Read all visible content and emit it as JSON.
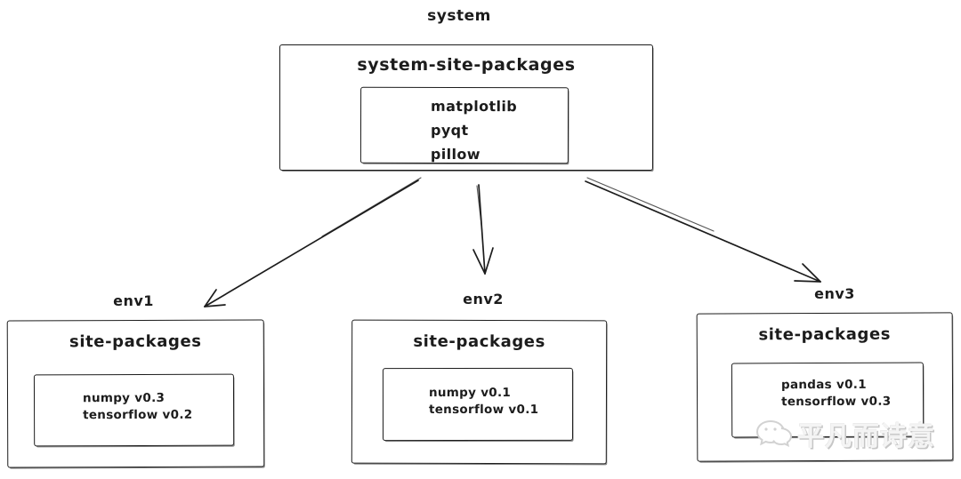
{
  "colors": {
    "stroke": "#1c1c1c",
    "background": "#ffffff",
    "watermark": "#d9d9d9"
  },
  "system": {
    "label": "system",
    "box_title": "system-site-packages",
    "packages": [
      "matplotlib",
      "pyqt",
      "pillow"
    ]
  },
  "environments": [
    {
      "label": "env1",
      "box_title": "site-packages",
      "packages": [
        "numpy v0.3",
        "tensorflow v0.2"
      ]
    },
    {
      "label": "env2",
      "box_title": "site-packages",
      "packages": [
        "numpy v0.1",
        "tensorflow v0.1"
      ]
    },
    {
      "label": "env3",
      "box_title": "site-packages",
      "packages": [
        "pandas v0.1",
        "tensorflow v0.3"
      ]
    }
  ],
  "edges": [
    {
      "from": "system",
      "to": "env1"
    },
    {
      "from": "system",
      "to": "env2"
    },
    {
      "from": "system",
      "to": "env3"
    }
  ],
  "watermark": {
    "icon": "wechat-chat-bubbles",
    "text": "平凡而诗意"
  }
}
